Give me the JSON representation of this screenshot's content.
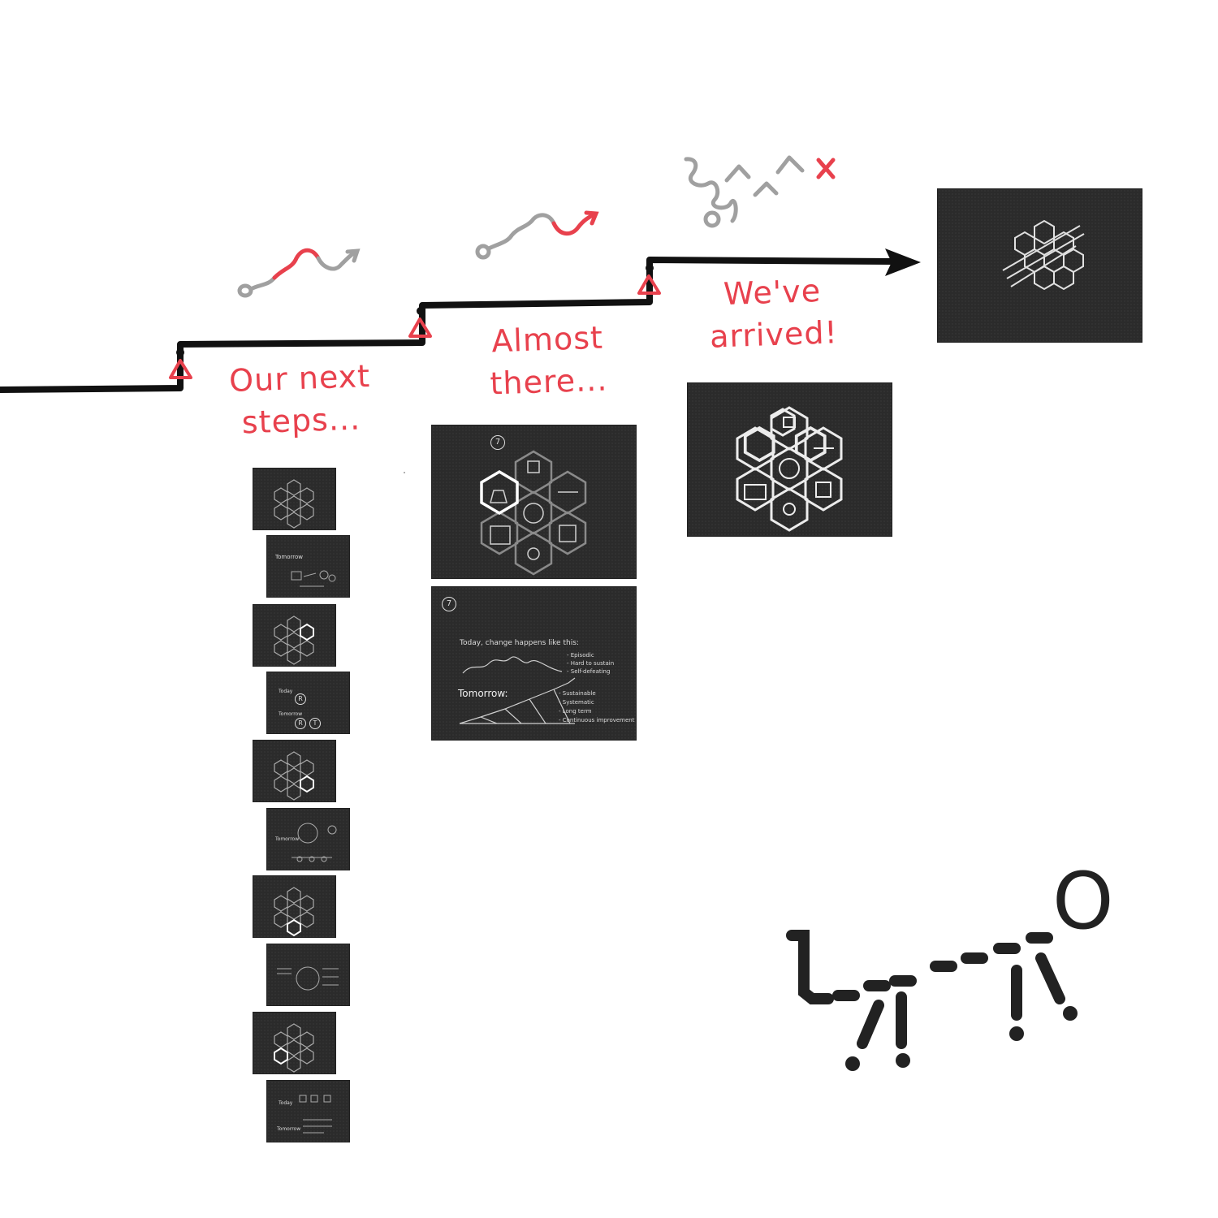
{
  "labels": {
    "step1": "Our next\nsteps...",
    "step2": "Almost\nthere...",
    "step3": "We've\narrived!"
  },
  "slides": {
    "almost_top": {
      "number": "7"
    },
    "almost_bottom": {
      "number": "7",
      "today": "Today, change happens like this:",
      "today_points": [
        "- Episodic",
        "- Hard to sustain",
        "- Self-defeating"
      ],
      "tomorrow": "Tomorrow:",
      "tomorrow_points": [
        "- Sustainable",
        "- Systematic",
        "- Long term",
        "- Continuous improvement"
      ]
    },
    "thumb_tomorrow_1": {
      "title": "Tomorrow"
    },
    "thumb_today_rt": {
      "today": "Today",
      "tomorrow": "Tomorrow",
      "r": "R",
      "t": "T"
    },
    "thumb_tomorrow_2": {
      "title": "Tomorrow"
    },
    "thumb_today_3": {
      "today": "Today",
      "tomorrow": "Tomorrow"
    }
  },
  "logo": {
    "letter": "O"
  },
  "colors": {
    "accent": "#e8414d",
    "line": "#111111",
    "squiggle_gray": "#a0a0a0",
    "board": "#2b2b2b",
    "chalk": "#d8d8d8"
  },
  "icons": [
    "warning-triangle-icon",
    "squiggle-arrow-icon",
    "hexagon-grid-icon",
    "arrow-head-icon",
    "x-mark-icon"
  ]
}
